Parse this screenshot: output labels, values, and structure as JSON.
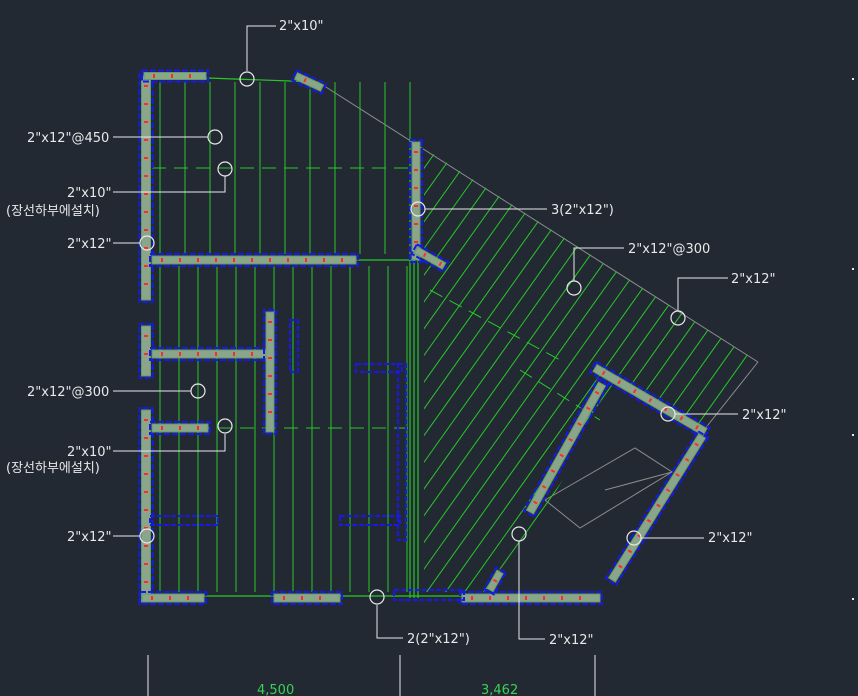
{
  "app": "CAD drawing viewport",
  "colors": {
    "background": "#222933",
    "joist": "#28c828",
    "blocking_dash": "#28c828",
    "wall_fill": "#8aa58a",
    "wall_outline": "#1818e8",
    "leader": "#e8e8e8",
    "dimension": "#39d353",
    "outline_gray": "#8c8c8c",
    "marker_red": "#ff2a2a"
  },
  "labels": {
    "top_2x10": "2\"x10\"",
    "left_2x12_450": "2\"x12\"@450",
    "left_2x10_a": "2\"x10\"",
    "left_note_a": "(장선하부에설치)",
    "left_2x12_a": "2\"x12\"",
    "left_2x12_300": "2\"x12\"@300",
    "left_2x10_b": "2\"x10\"",
    "left_note_b": "(장선하부에설치)",
    "left_2x12_b": "2\"x12\"",
    "mid_3_2x12": "3(2\"x12\")",
    "right_2x12_300": "2\"x12\"@300",
    "right_2x12_a": "2\"x12\"",
    "right_2x12_b": "2\"x12\"",
    "right_2x12_c": "2\"x12\"",
    "bottom_2_2x12": "2(2\"x12\")",
    "bottom_2x12": "2\"x12\""
  },
  "dimensions": {
    "left_span": "4,500",
    "right_span": "3,462"
  }
}
